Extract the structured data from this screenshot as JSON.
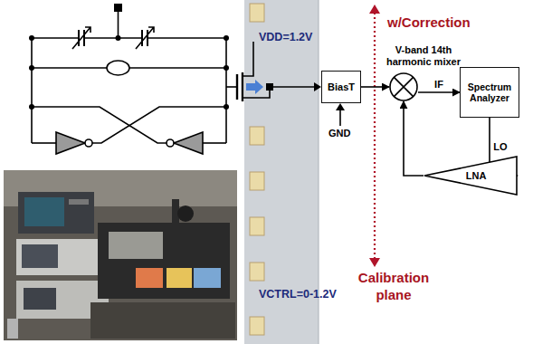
{
  "diagram": {
    "nodes": [
      {
        "text": [
          "BiasT"
        ]
      },
      {
        "text": [
          "V-band 14th harmonic mixer"
        ]
      },
      {
        "text": [
          "Spectrum Analyzer"
        ]
      },
      {
        "text": [
          "LNA"
        ]
      }
    ],
    "edges": [
      {
        "from": 0,
        "to": 1,
        "arrow": "to"
      },
      {
        "from": 1,
        "to": 2,
        "label": "IF",
        "arrow": "to"
      },
      {
        "from": 2,
        "to": 3,
        "label": "LO",
        "arrow": "to"
      },
      {
        "from": 3,
        "to": 1,
        "arrow": "to"
      }
    ],
    "labels": [
      "VDD=1.2V",
      "GND",
      "VCTRL=0-1.2V",
      "w/Correction",
      "Calibration plane"
    ]
  }
}
